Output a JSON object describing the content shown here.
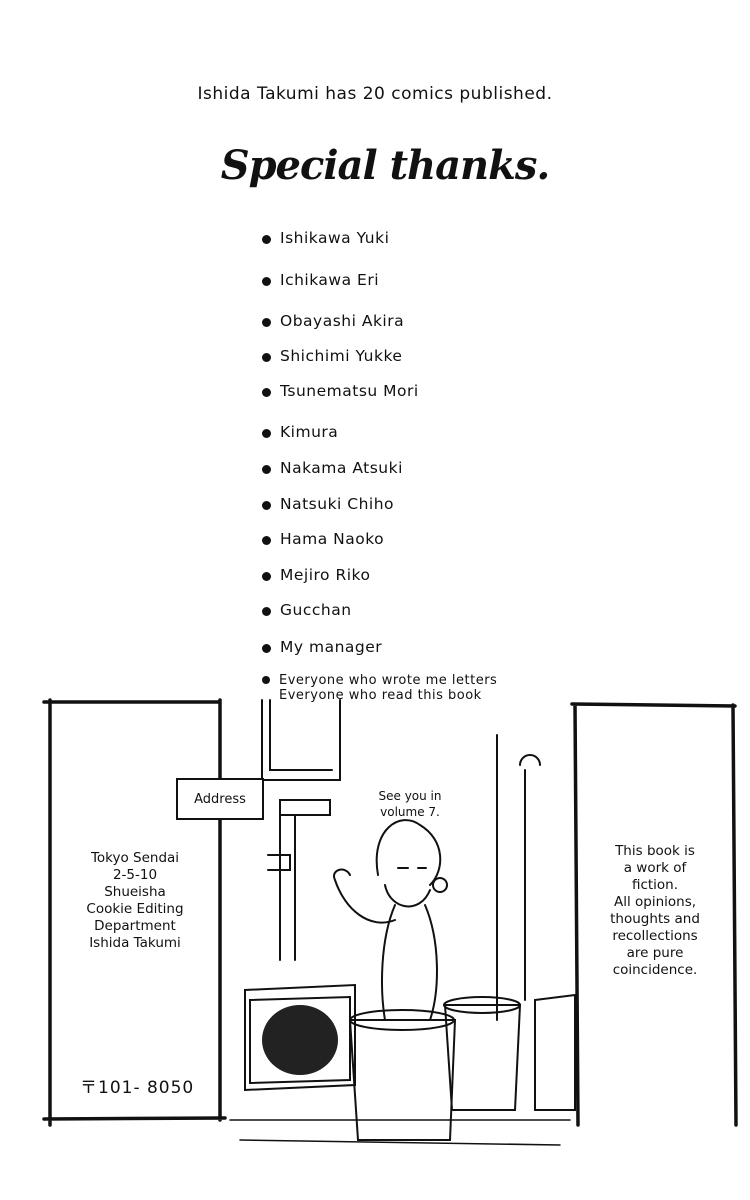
{
  "headline": "Ishida Takumi has 20 comics published.",
  "title": "Special thanks.",
  "thanks": [
    "Ishikawa Yuki",
    "Ichikawa Eri",
    "Obayashi Akira",
    "Shichimi Yukke",
    "Tsunematsu Mori",
    "Kimura",
    "Nakama Atsuki",
    "Natsuki Chiho",
    "Hama Naoko",
    "Mejiro Riko",
    "Gucchan",
    "My manager"
  ],
  "thanks_last": [
    "Everyone who wrote me letters",
    "Everyone who read this book"
  ],
  "address": {
    "label": "Address",
    "lines": [
      "Tokyo Sendai",
      "2-5-10",
      "Shueisha",
      "Cookie Editing",
      "Department",
      "Ishida Takumi"
    ],
    "postal": "〒101- 8050"
  },
  "speech": [
    "See you in",
    "volume 7."
  ],
  "disclaimer": [
    "This book is",
    "a work of",
    "fiction.",
    "All opinions,",
    "thoughts and",
    "recollections",
    "are pure",
    "coincidence."
  ]
}
